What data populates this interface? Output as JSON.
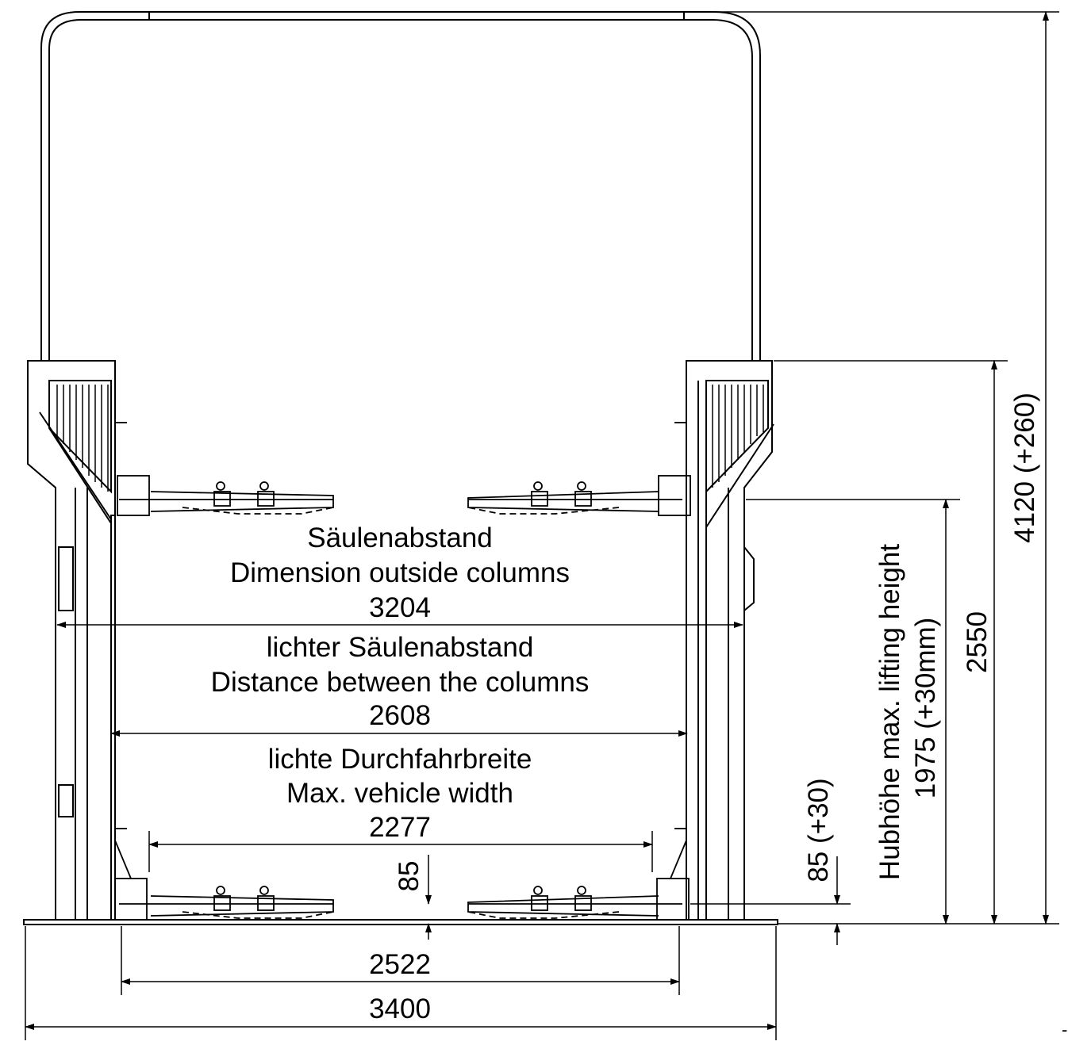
{
  "labels": {
    "column_spacing_de": "Säulenabstand",
    "column_spacing_en": "Dimension outside columns",
    "column_spacing_value": "3204",
    "clear_spacing_de": "lichter Säulenabstand",
    "clear_spacing_en": "Distance between the columns",
    "clear_spacing_value": "2608",
    "drive_width_de": "lichte Durchfahrbreite",
    "drive_width_en": "Max. vehicle width",
    "drive_width_value": "2277",
    "min_height_value": "85",
    "inner_base_value": "2522",
    "overall_width_value": "3400",
    "overall_height_value": "4120 (+260)",
    "column_height_value": "2550",
    "lift_height_de_en": "Hubhöhe max. lifting height",
    "lift_height_value": "1975 (+30mm)",
    "min_height_tol_value": "85 (+30)",
    "corner_mark": "-"
  }
}
